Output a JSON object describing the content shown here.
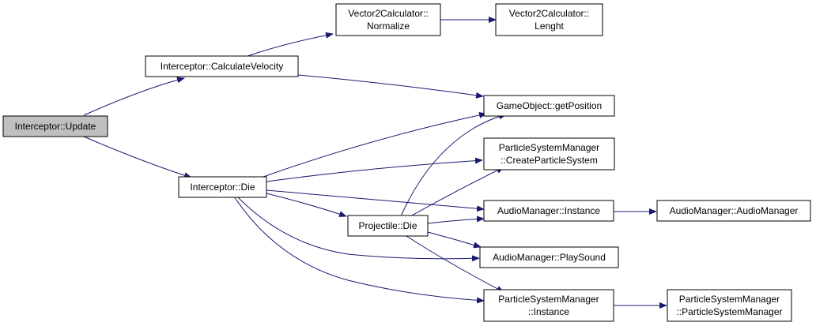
{
  "colors": {
    "edge": "#191970",
    "node_fill": "#ffffff",
    "root_fill": "#bfbfbf",
    "node_border": "#000000"
  },
  "nodes": {
    "update": [
      "Interceptor::Update"
    ],
    "calc_velocity": [
      "Interceptor::CalculateVelocity"
    ],
    "die": [
      "Interceptor::Die"
    ],
    "normalize": [
      "Vector2Calculator::",
      "Normalize"
    ],
    "lenght": [
      "Vector2Calculator::",
      "Lenght"
    ],
    "get_position": [
      "GameObject::getPosition"
    ],
    "create_ps": [
      "ParticleSystemManager",
      "::CreateParticleSystem"
    ],
    "audio_instance": [
      "AudioManager::Instance"
    ],
    "audio_manager": [
      "AudioManager::AudioManager"
    ],
    "projectile_die": [
      "Projectile::Die"
    ],
    "play_sound": [
      "AudioManager::PlaySound"
    ],
    "psm_instance": [
      "ParticleSystemManager",
      "::Instance"
    ],
    "psm_ctor": [
      "ParticleSystemManager",
      "::ParticleSystemManager"
    ]
  },
  "edges": [
    [
      "update",
      "calc_velocity"
    ],
    [
      "update",
      "die"
    ],
    [
      "calc_velocity",
      "normalize"
    ],
    [
      "calc_velocity",
      "get_position"
    ],
    [
      "normalize",
      "lenght"
    ],
    [
      "die",
      "get_position"
    ],
    [
      "die",
      "create_ps"
    ],
    [
      "die",
      "audio_instance"
    ],
    [
      "die",
      "projectile_die"
    ],
    [
      "die",
      "play_sound"
    ],
    [
      "die",
      "psm_instance"
    ],
    [
      "projectile_die",
      "get_position"
    ],
    [
      "projectile_die",
      "create_ps"
    ],
    [
      "projectile_die",
      "audio_instance"
    ],
    [
      "projectile_die",
      "play_sound"
    ],
    [
      "projectile_die",
      "psm_instance"
    ],
    [
      "audio_instance",
      "audio_manager"
    ],
    [
      "psm_instance",
      "psm_ctor"
    ]
  ]
}
